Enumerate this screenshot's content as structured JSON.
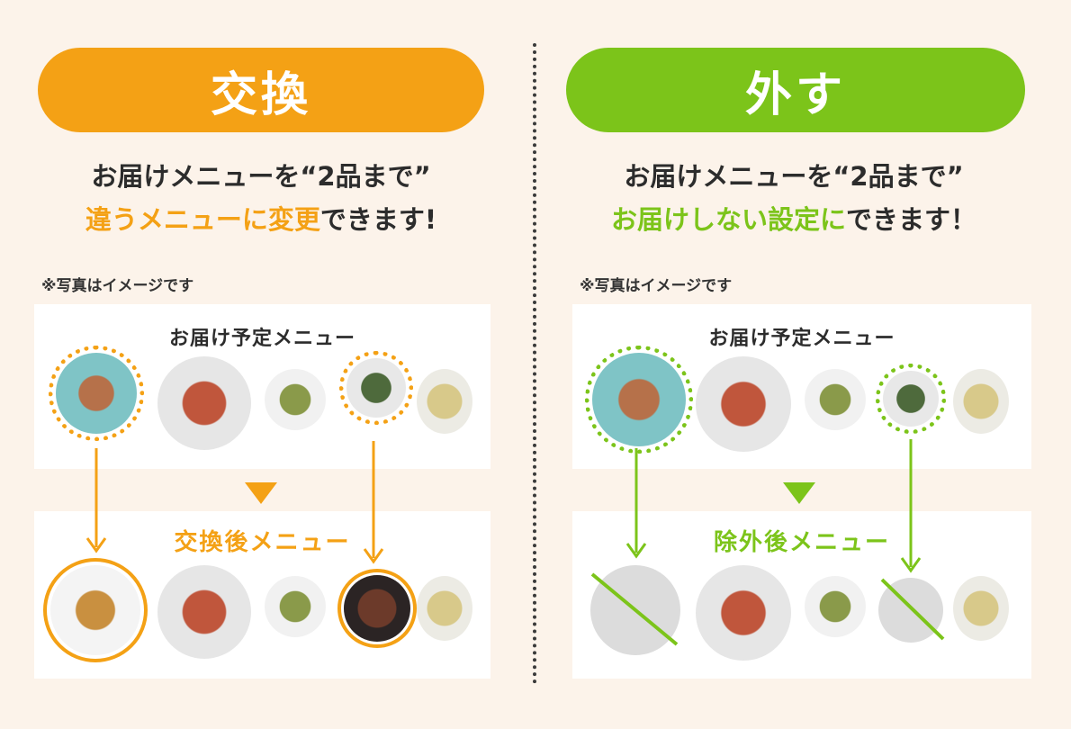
{
  "left": {
    "pill_label": "交換",
    "headline_line1": "お届けメニューを“2品まで”",
    "headline_line2_highlight": "違うメニューに変更",
    "headline_line2_rest": "できます!",
    "note": "※写真はイメージです",
    "card_title": "お届け予定メニュー",
    "after_title": "交換後メニュー"
  },
  "right": {
    "pill_label": "外す",
    "headline_line1": "お届けメニューを“2品まで”",
    "headline_line2_highlight": "お届けしない設定に",
    "headline_line2_rest": "できます！",
    "note": "※写真はイメージです",
    "card_title": "お届け予定メニュー",
    "after_title": "除外後メニュー"
  },
  "colors": {
    "orange": "#f4a115",
    "green": "#7cc41a",
    "background": "#fcf3ea"
  }
}
